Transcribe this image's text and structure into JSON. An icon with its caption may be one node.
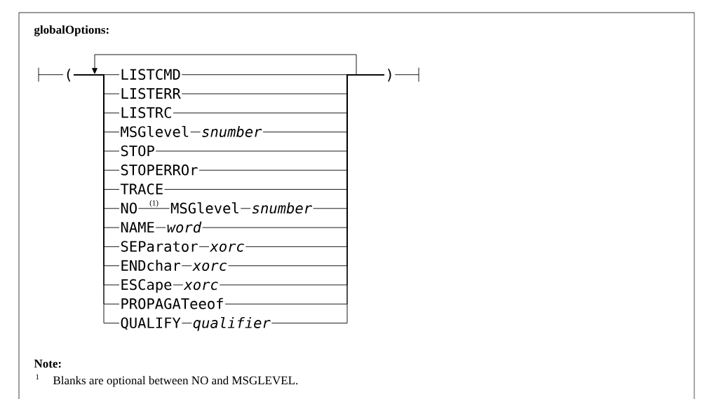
{
  "diagram": {
    "title": "globalOptions:",
    "nodes": [
      {
        "text": [
          "("
        ]
      },
      {
        "text": [
          "LISTCMD"
        ]
      },
      {
        "text": [
          "LISTERR"
        ]
      },
      {
        "text": [
          "LISTRC"
        ]
      },
      {
        "text": [
          "MSGlevel"
        ]
      },
      {
        "text": [
          "snumber"
        ]
      },
      {
        "text": [
          "STOP"
        ]
      },
      {
        "text": [
          "STOPERROr"
        ]
      },
      {
        "text": [
          "TRACE"
        ]
      },
      {
        "text": [
          "NO"
        ]
      },
      {
        "text": [
          "MSGlevel"
        ]
      },
      {
        "text": [
          "snumber"
        ]
      },
      {
        "text": [
          "NAME"
        ]
      },
      {
        "text": [
          "word"
        ]
      },
      {
        "text": [
          "SEParator"
        ]
      },
      {
        "text": [
          "xorc"
        ]
      },
      {
        "text": [
          "ENDchar"
        ]
      },
      {
        "text": [
          "xorc"
        ]
      },
      {
        "text": [
          "ESCape"
        ]
      },
      {
        "text": [
          "xorc"
        ]
      },
      {
        "text": [
          "PROPAGATeeof"
        ]
      },
      {
        "text": [
          "QUALIFY"
        ]
      },
      {
        "text": [
          "qualifier"
        ]
      },
      {
        "text": [
          ")"
        ]
      }
    ],
    "edges": [
      {
        "from": null,
        "to": 0,
        "arrow": "none"
      },
      {
        "from": 0,
        "to": 1,
        "arrow": "none"
      },
      {
        "from": 0,
        "to": 2,
        "arrow": "none"
      },
      {
        "from": 0,
        "to": 3,
        "arrow": "none"
      },
      {
        "from": 0,
        "to": 4,
        "arrow": "none"
      },
      {
        "from": 0,
        "to": 6,
        "arrow": "none"
      },
      {
        "from": 0,
        "to": 7,
        "arrow": "none"
      },
      {
        "from": 0,
        "to": 8,
        "arrow": "none"
      },
      {
        "from": 0,
        "to": 9,
        "arrow": "none"
      },
      {
        "from": 0,
        "to": 12,
        "arrow": "none"
      },
      {
        "from": 0,
        "to": 14,
        "arrow": "none"
      },
      {
        "from": 0,
        "to": 16,
        "arrow": "none"
      },
      {
        "from": 0,
        "to": 18,
        "arrow": "none"
      },
      {
        "from": 0,
        "to": 20,
        "arrow": "none"
      },
      {
        "from": 0,
        "to": 21,
        "arrow": "none"
      },
      {
        "from": 4,
        "to": 5,
        "arrow": "none"
      },
      {
        "from": 9,
        "to": 10,
        "arrow": "none",
        "label": "(1)"
      },
      {
        "from": 10,
        "to": 11,
        "arrow": "none"
      },
      {
        "from": 12,
        "to": 13,
        "arrow": "none"
      },
      {
        "from": 14,
        "to": 15,
        "arrow": "none"
      },
      {
        "from": 16,
        "to": 17,
        "arrow": "none"
      },
      {
        "from": 18,
        "to": 19,
        "arrow": "none"
      },
      {
        "from": 21,
        "to": 22,
        "arrow": "none"
      },
      {
        "from": 1,
        "to": 23,
        "arrow": "none"
      },
      {
        "from": 2,
        "to": 23,
        "arrow": "none"
      },
      {
        "from": 3,
        "to": 23,
        "arrow": "none"
      },
      {
        "from": 5,
        "to": 23,
        "arrow": "none"
      },
      {
        "from": 6,
        "to": 23,
        "arrow": "none"
      },
      {
        "from": 7,
        "to": 23,
        "arrow": "none"
      },
      {
        "from": 8,
        "to": 23,
        "arrow": "none"
      },
      {
        "from": 11,
        "to": 23,
        "arrow": "none"
      },
      {
        "from": 13,
        "to": 23,
        "arrow": "none"
      },
      {
        "from": 15,
        "to": 23,
        "arrow": "none"
      },
      {
        "from": 17,
        "to": 23,
        "arrow": "none"
      },
      {
        "from": 19,
        "to": 23,
        "arrow": "none"
      },
      {
        "from": 20,
        "to": 23,
        "arrow": "none"
      },
      {
        "from": 22,
        "to": 23,
        "arrow": "none"
      },
      {
        "from": 23,
        "to": null,
        "arrow": "none"
      }
    ],
    "labels": [
      "Note:",
      "1",
      "Blanks are optional between NO and MSGLEVEL."
    ]
  }
}
